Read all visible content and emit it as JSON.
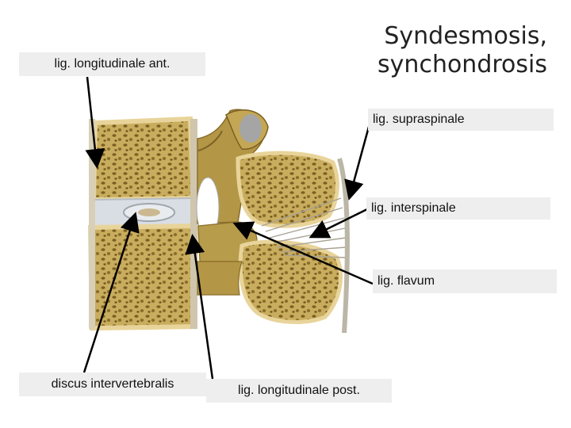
{
  "slide": {
    "title_line1": "Syndesmosis,",
    "title_line2": "synchondrosis"
  },
  "labels": {
    "lig_longitudinale_ant": "lig. longitudinale ant.",
    "lig_supraspinale": "lig. supraspinale",
    "lig_interspinale": "lig. interspinale",
    "lig_flavum": "lig. flavum",
    "discus_intervertebralis": "discus intervertebralis",
    "lig_longitudinale_post": "lig. longitudinale post."
  },
  "colors": {
    "bone": "#c9ad5e",
    "bone_dark": "#8a6d2a",
    "cortex": "#e8d49a",
    "disc": "#d9dee4",
    "ligament": "#bfb8a8",
    "pointer": "#000000",
    "label_bg": "#eeeeee"
  }
}
